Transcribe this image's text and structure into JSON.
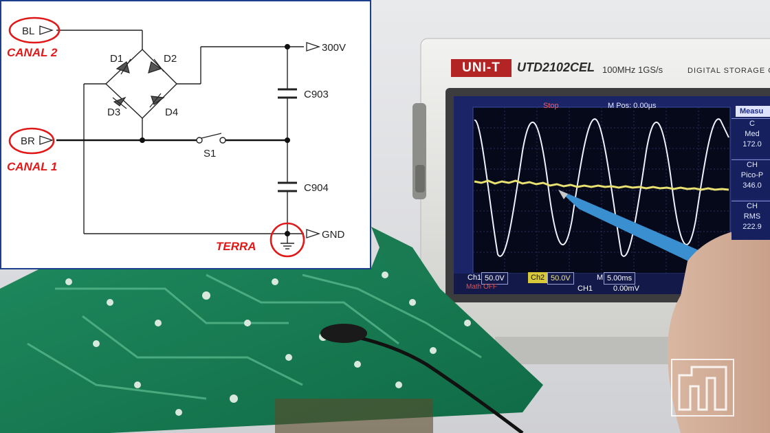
{
  "schematic": {
    "ports": {
      "bl": "BL",
      "br": "BR",
      "out_300v": "300V",
      "gnd": "GND"
    },
    "components": {
      "d1": "D1",
      "d2": "D2",
      "d3": "D3",
      "d4": "D4",
      "c903": "C903",
      "c904": "C904",
      "s1": "S1"
    },
    "annotations": {
      "canal2": "CANAL 2",
      "canal1": "CANAL 1",
      "terra": "TERRA"
    },
    "colors": {
      "highlight": "#e01818",
      "frame": "#1c3f8c"
    }
  },
  "oscilloscope": {
    "brand": "UNI-T",
    "model": "UTD2102CEL",
    "spec": "100MHz  1GS/s",
    "type_label": "DIGITAL STORAGE OSC",
    "screen": {
      "run_state": "Stop",
      "m_pos": "M Pos: 0.00µs",
      "ch1_label": "Ch1",
      "ch1_scale": "50.0V",
      "ch2_label": "Ch2",
      "ch2_scale": "50.0V",
      "time_label": "M",
      "time_scale": "5.00ms",
      "trig_source": "CH1",
      "trig_level": "0.00mV",
      "bottom_left": "Math OFF"
    },
    "measure_panel": {
      "title": "Measu",
      "boxes": [
        {
          "l1": "C",
          "l2": "Med",
          "l3": "172.0"
        },
        {
          "l1": "CH",
          "l2": "Pico-P",
          "l3": "346.0"
        },
        {
          "l1": "CH",
          "l2": "RMS",
          "l3": "222.9"
        }
      ]
    }
  }
}
